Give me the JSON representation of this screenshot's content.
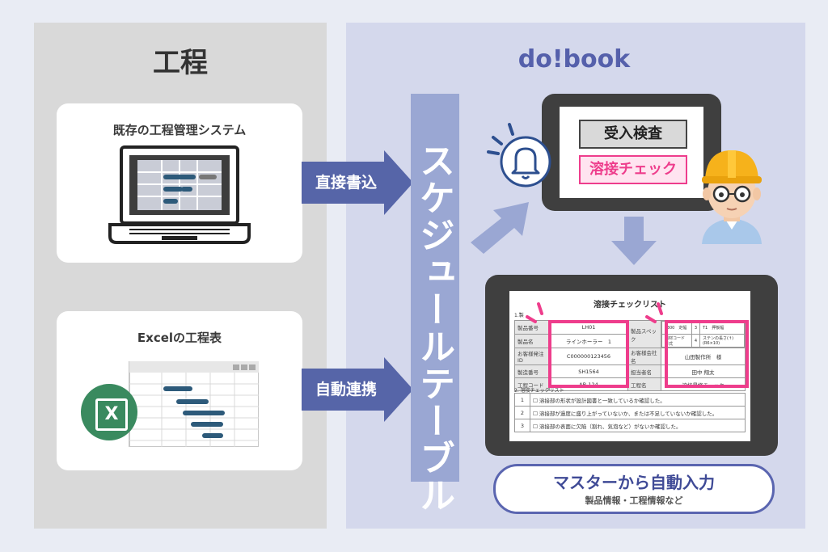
{
  "left": {
    "title": "工程"
  },
  "right": {
    "title": "do!book"
  },
  "card_system": {
    "title": "既存の工程管理システム"
  },
  "card_excel": {
    "title": "Excelの工程表",
    "icon_letter": "X"
  },
  "arrow_direct": {
    "label": "直接書込"
  },
  "arrow_auto": {
    "label": "自動連携"
  },
  "schedule_table": {
    "label": "スケジュールテーブル"
  },
  "tablet_top": {
    "item1": "受入検査",
    "item2": "溶接チェック"
  },
  "checklist": {
    "title": "溶接チェックリスト",
    "section1": "1.製",
    "rows": [
      {
        "l1": "製品番号",
        "v1": "LH01",
        "l2": "製品スペック"
      },
      {
        "l1": "製品名",
        "v1": "ラインホーラー　1",
        "l2": ""
      },
      {
        "l1": "お客様発注ID",
        "v1": "C000000123456",
        "l2": "お客様会社名",
        "v2": "山田製作所　様"
      },
      {
        "l1": "製造番号",
        "v1": "SH1564",
        "l2": "担当者名",
        "v2": "田中 翔太"
      },
      {
        "l1": "工程コード",
        "v1": "AB-124",
        "l2": "工程名",
        "v2": "溶接最終チェック"
      }
    ],
    "spec": [
      {
        "a": "",
        "b": "L300　定幅",
        "n": "3",
        "c": "T1　押板幅"
      },
      {
        "a": "",
        "b": "鋼材コード形式",
        "n": "4",
        "c": "ステンの長さ(↑)(R6×10)"
      }
    ],
    "section2": "2. 溶接チェックリスト",
    "items": [
      {
        "n": "1",
        "text": "☐ 溶接部の形状が設計図書と一致しているか確認した。"
      },
      {
        "n": "2",
        "text": "☐ 溶接部が過度に盛り上がっていないか、または不足していないか確認した。"
      },
      {
        "n": "3",
        "text": "☐ 溶接部の表面に欠陥（割れ、気泡など）がないか確認した。"
      }
    ]
  },
  "master": {
    "title": "マスターから自動入力",
    "subtitle": "製品情報・工程情報など"
  }
}
